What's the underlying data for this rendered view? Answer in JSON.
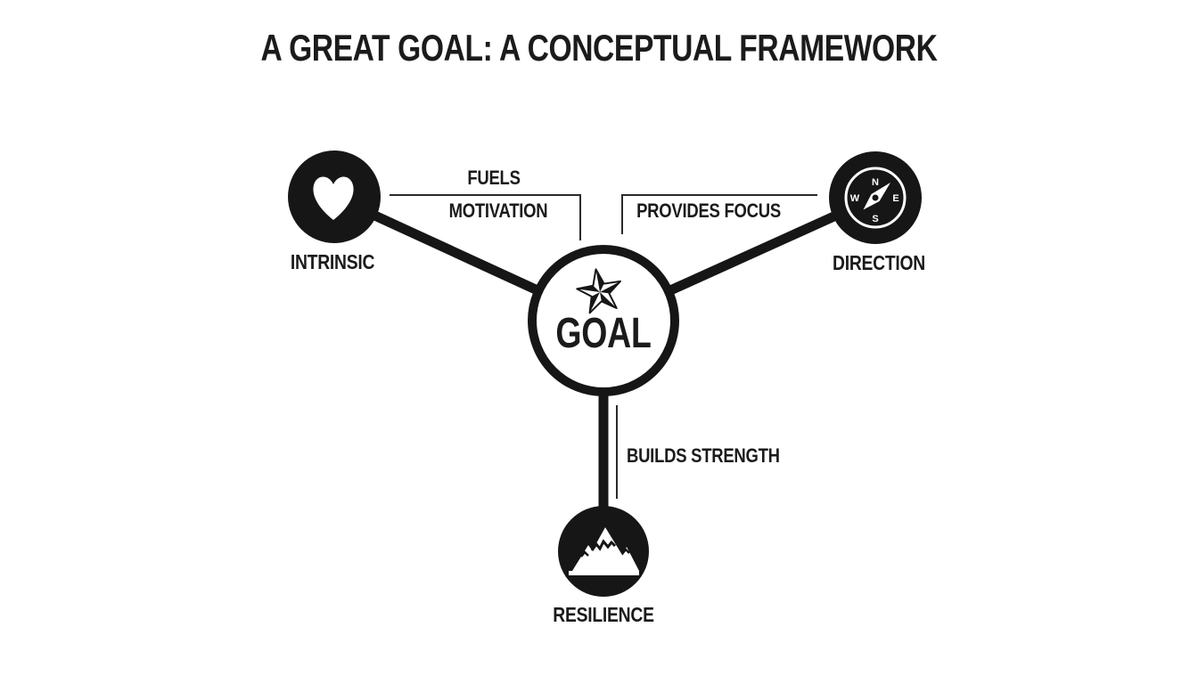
{
  "title": "A GREAT GOAL: A CONCEPTUAL FRAMEWORK",
  "center_node": {
    "id": "goal",
    "label": "GOAL",
    "icon": "star-icon"
  },
  "nodes": [
    {
      "id": "intrinsic",
      "label": "INTRINSIC",
      "icon": "heart-icon",
      "position": "top-left"
    },
    {
      "id": "direction",
      "label": "DIRECTION",
      "icon": "compass-icon",
      "position": "top-right"
    },
    {
      "id": "resilience",
      "label": "RESILIENCE",
      "icon": "mountain-icon",
      "position": "bottom"
    }
  ],
  "edges": [
    {
      "from": "intrinsic",
      "to": "goal",
      "label_lines": [
        "FUELS",
        "MOTIVATION"
      ]
    },
    {
      "from": "direction",
      "to": "goal",
      "label_lines": [
        "PROVIDES FOCUS"
      ]
    },
    {
      "from": "resilience",
      "to": "goal",
      "label_lines": [
        "BUILDS STRENGTH"
      ]
    }
  ],
  "compass_labels": {
    "n": "N",
    "e": "E",
    "s": "S",
    "w": "W"
  },
  "colors": {
    "ink": "#161616",
    "background": "#ffffff"
  }
}
